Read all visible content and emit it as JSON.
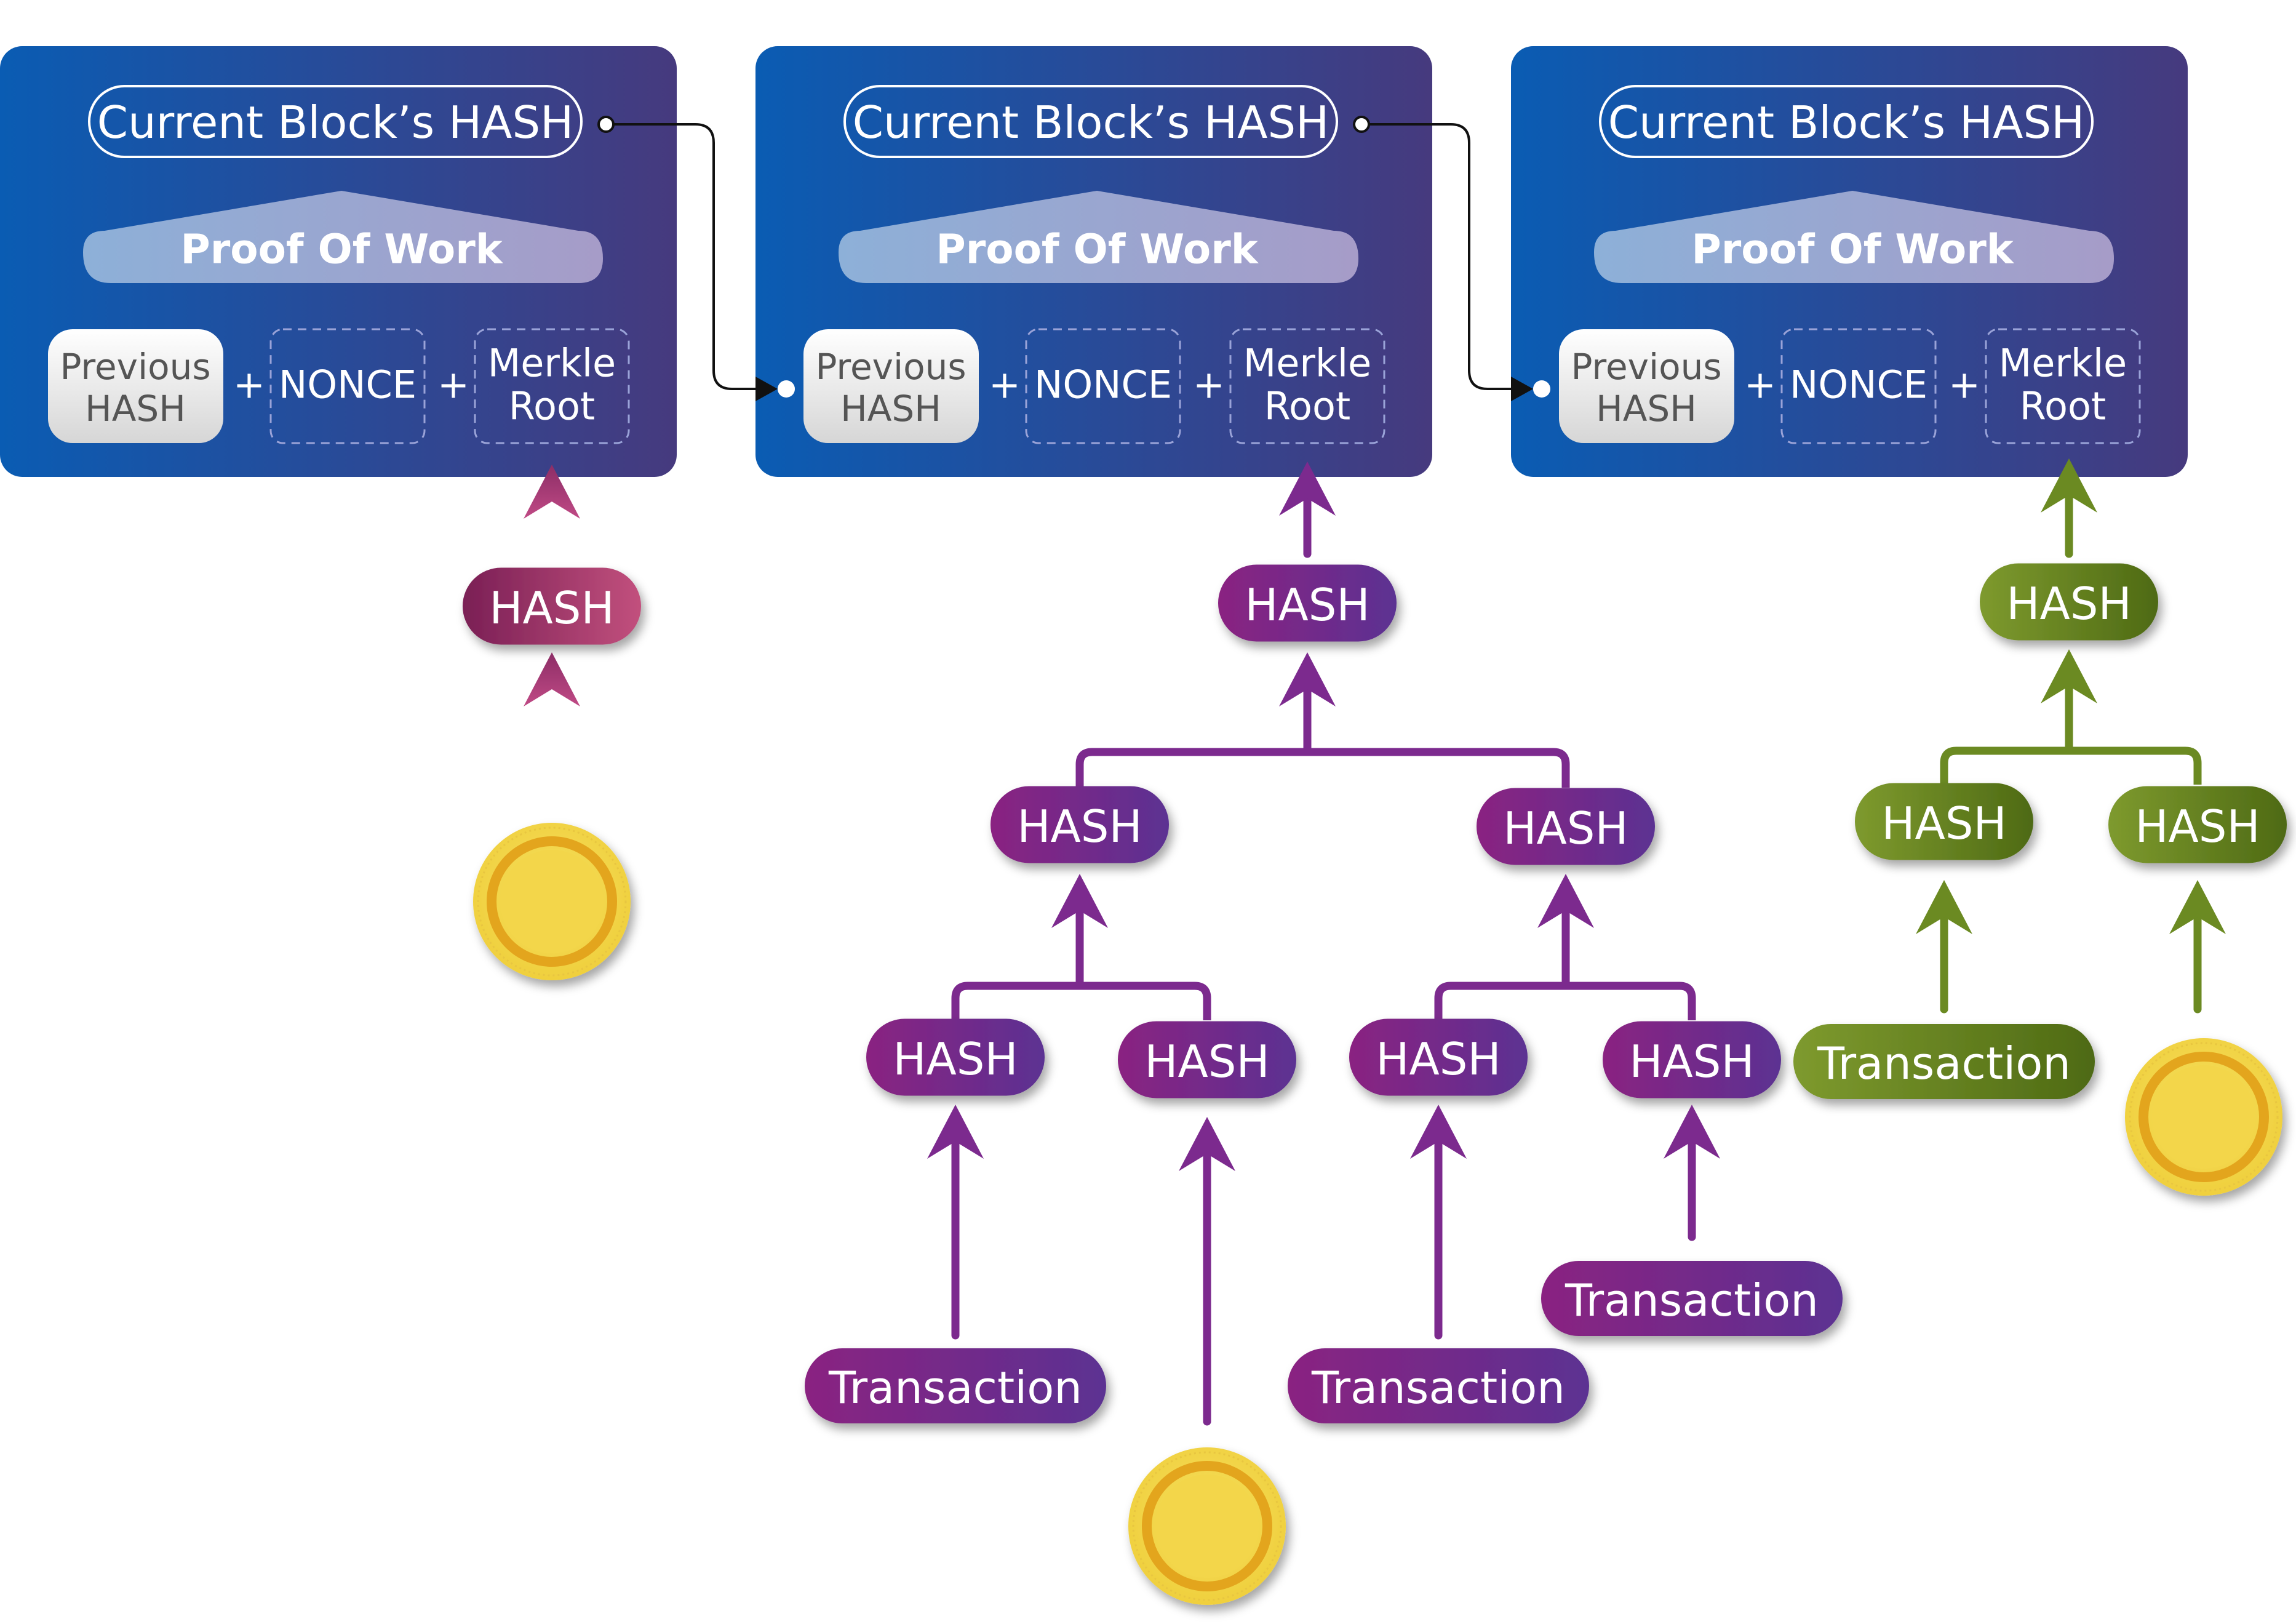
{
  "blocks": [
    {
      "current_hash_label": "Current Block’s HASH",
      "pow_label": "Proof Of Work",
      "previous_hash_line1": "Previous",
      "previous_hash_line2": "HASH",
      "plus": "+",
      "nonce_label": "NONCE",
      "merkle_line1": "Merkle",
      "merkle_line2": "Root"
    },
    {
      "current_hash_label": "Current Block’s HASH",
      "pow_label": "Proof Of Work",
      "previous_hash_line1": "Previous",
      "previous_hash_line2": "HASH",
      "plus": "+",
      "nonce_label": "NONCE",
      "merkle_line1": "Merkle",
      "merkle_line2": "Root"
    },
    {
      "current_hash_label": "Current Block’s HASH",
      "pow_label": "Proof Of Work",
      "previous_hash_line1": "Previous",
      "previous_hash_line2": "HASH",
      "plus": "+",
      "nonce_label": "NONCE",
      "merkle_line1": "Merkle",
      "merkle_line2": "Root"
    }
  ],
  "tree1": {
    "root_hash": "HASH"
  },
  "tree2": {
    "root_hash": "HASH",
    "level1": [
      "HASH",
      "HASH"
    ],
    "level2": [
      "HASH",
      "HASH",
      "HASH",
      "HASH"
    ],
    "transactions": [
      "Transaction",
      "Transaction",
      "Transaction"
    ]
  },
  "tree3": {
    "root_hash": "HASH",
    "level1": [
      "HASH",
      "HASH"
    ],
    "transaction": "Transaction"
  },
  "colors": {
    "block_left": "#0e5ab0",
    "block_right": "#46387e",
    "pink": "#9b2f6a",
    "purple": "#7c2a8e",
    "green": "#5f7f1f",
    "coin": "#f3d64a",
    "coin_rim": "#e3a51d"
  },
  "icons": [
    "coin-icon"
  ]
}
